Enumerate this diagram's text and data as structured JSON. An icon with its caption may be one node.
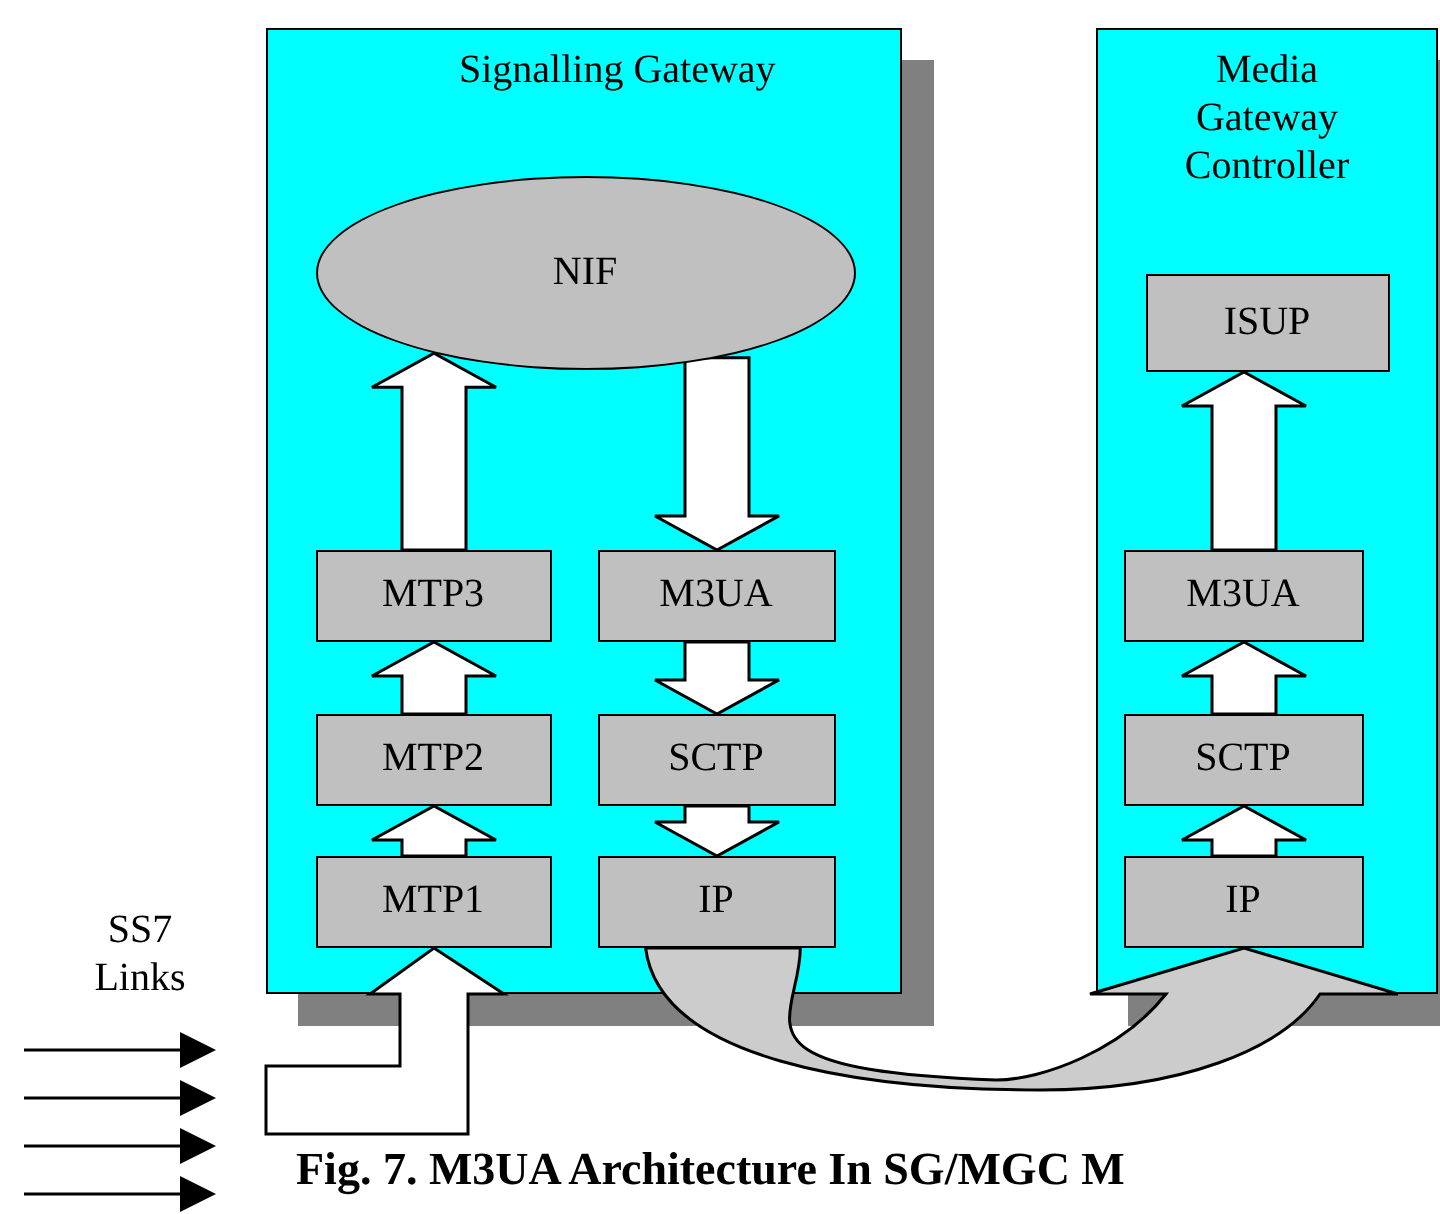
{
  "diagram": {
    "caption": "Fig. 7. M3UA Architecture In SG/MGC M",
    "nodes": [
      {
        "text": [
          "Signalling Gateway"
        ]
      },
      {
        "text": [
          "NIF"
        ],
        "in": 0
      },
      {
        "text": [
          "MTP3"
        ],
        "in": 0
      },
      {
        "text": [
          "M3UA"
        ],
        "in": 0
      },
      {
        "text": [
          "MTP2"
        ],
        "in": 0
      },
      {
        "text": [
          "SCTP"
        ],
        "in": 0
      },
      {
        "text": [
          "MTP1"
        ],
        "in": 0
      },
      {
        "text": [
          "IP"
        ],
        "in": 0
      },
      {
        "text": [
          "Media Gateway Controller"
        ]
      },
      {
        "text": [
          "ISUP"
        ],
        "in": 8
      },
      {
        "text": [
          "M3UA"
        ],
        "in": 8
      },
      {
        "text": [
          "SCTP"
        ],
        "in": 8
      },
      {
        "text": [
          "IP"
        ],
        "in": 8
      }
    ],
    "edges": [
      {
        "from": 6,
        "to": 4,
        "arrow": "to",
        "style": "thick"
      },
      {
        "from": 4,
        "to": 2,
        "arrow": "to",
        "style": "thick"
      },
      {
        "from": 2,
        "to": 1,
        "arrow": "to",
        "style": "thick"
      },
      {
        "from": 1,
        "to": 3,
        "arrow": "to",
        "style": "thick"
      },
      {
        "from": 3,
        "to": 5,
        "arrow": "to",
        "style": "thick"
      },
      {
        "from": 5,
        "to": 7,
        "arrow": "to",
        "style": "thick"
      },
      {
        "from": 7,
        "to": 12,
        "arrow": "to",
        "style": "thick"
      },
      {
        "from": 12,
        "to": 11,
        "arrow": "to",
        "style": "thick"
      },
      {
        "from": 11,
        "to": 10,
        "arrow": "to",
        "style": "thick"
      },
      {
        "from": 10,
        "to": 9,
        "arrow": "to",
        "style": "thick"
      },
      {
        "from": null,
        "to": 6,
        "arrow": "to",
        "style": "thick"
      }
    ],
    "labels": [
      "SS7 Links"
    ]
  }
}
